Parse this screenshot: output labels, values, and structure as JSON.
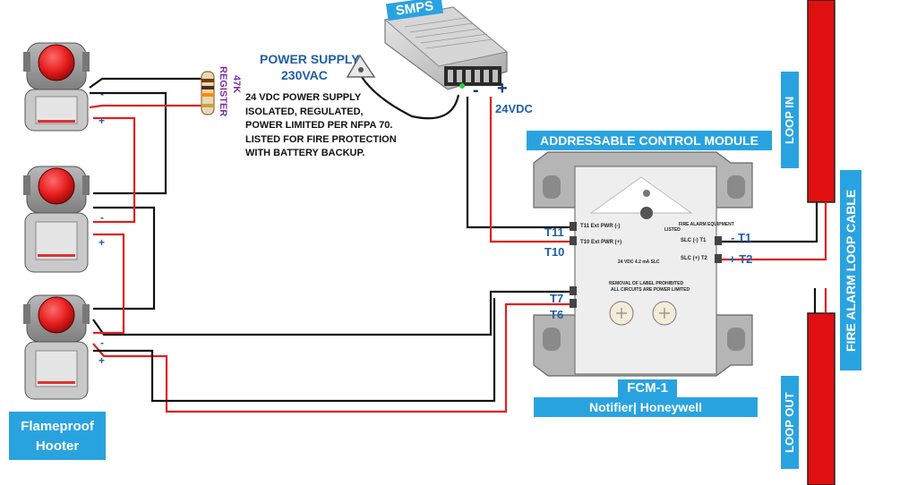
{
  "smps_label": "SMPS",
  "power_supply": {
    "title": "POWER SUPPLY",
    "voltage": "230VAC"
  },
  "supply_note": [
    "24 VDC POWER SUPPLY",
    "ISOLATED, REGULATED,",
    "POWER LIMITED PER NFPA 70.",
    "LISTED FOR FIRE PROTECTION",
    "WITH BATTERY BACKUP."
  ],
  "resistor": {
    "value": "47K",
    "name": "REGISTER"
  },
  "dc_output": {
    "minus": "-",
    "plus": "+",
    "voltage": "24VDC"
  },
  "module_title": "ADDRESSABLE CONTROL MODULE",
  "module_model": "FCM-1",
  "module_brand": "Notifier| Honeywell",
  "terminals": {
    "t11": "T11",
    "t10": "T10",
    "t7": "T7",
    "t6": "T6",
    "t1": "- T1",
    "t2": "+ T2"
  },
  "module_text": {
    "ext_pwr_minus": "T11 Ext PWR (-)",
    "ext_pwr_plus": "T10 Ext PWR (+)",
    "slc_minus": "SLC (-) T1",
    "slc_plus": "SLC (+) T2",
    "fire_alarm": "FIRE ALARM EQUIPMENT",
    "listed": "LISTED",
    "rating": "24 VDC 4.2 mA SLC",
    "removal": "REMOVAL OF LABEL PROHIBITED",
    "circuits": "ALL CIRCUITS ARE POWER LIMITED"
  },
  "hooter_polarity": {
    "minus": "-",
    "plus": "+"
  },
  "hooter_label": [
    "Flameproof",
    "Hooter"
  ],
  "loop_in": "LOOP IN",
  "loop_out": "LOOP OUT",
  "loop_cable": "FIRE ALARM LOOP CABLE",
  "colors": {
    "accent_blue": "#29a3e0",
    "wire_red": "#e02020",
    "wire_black": "#111111",
    "loop_red": "#e01010"
  }
}
